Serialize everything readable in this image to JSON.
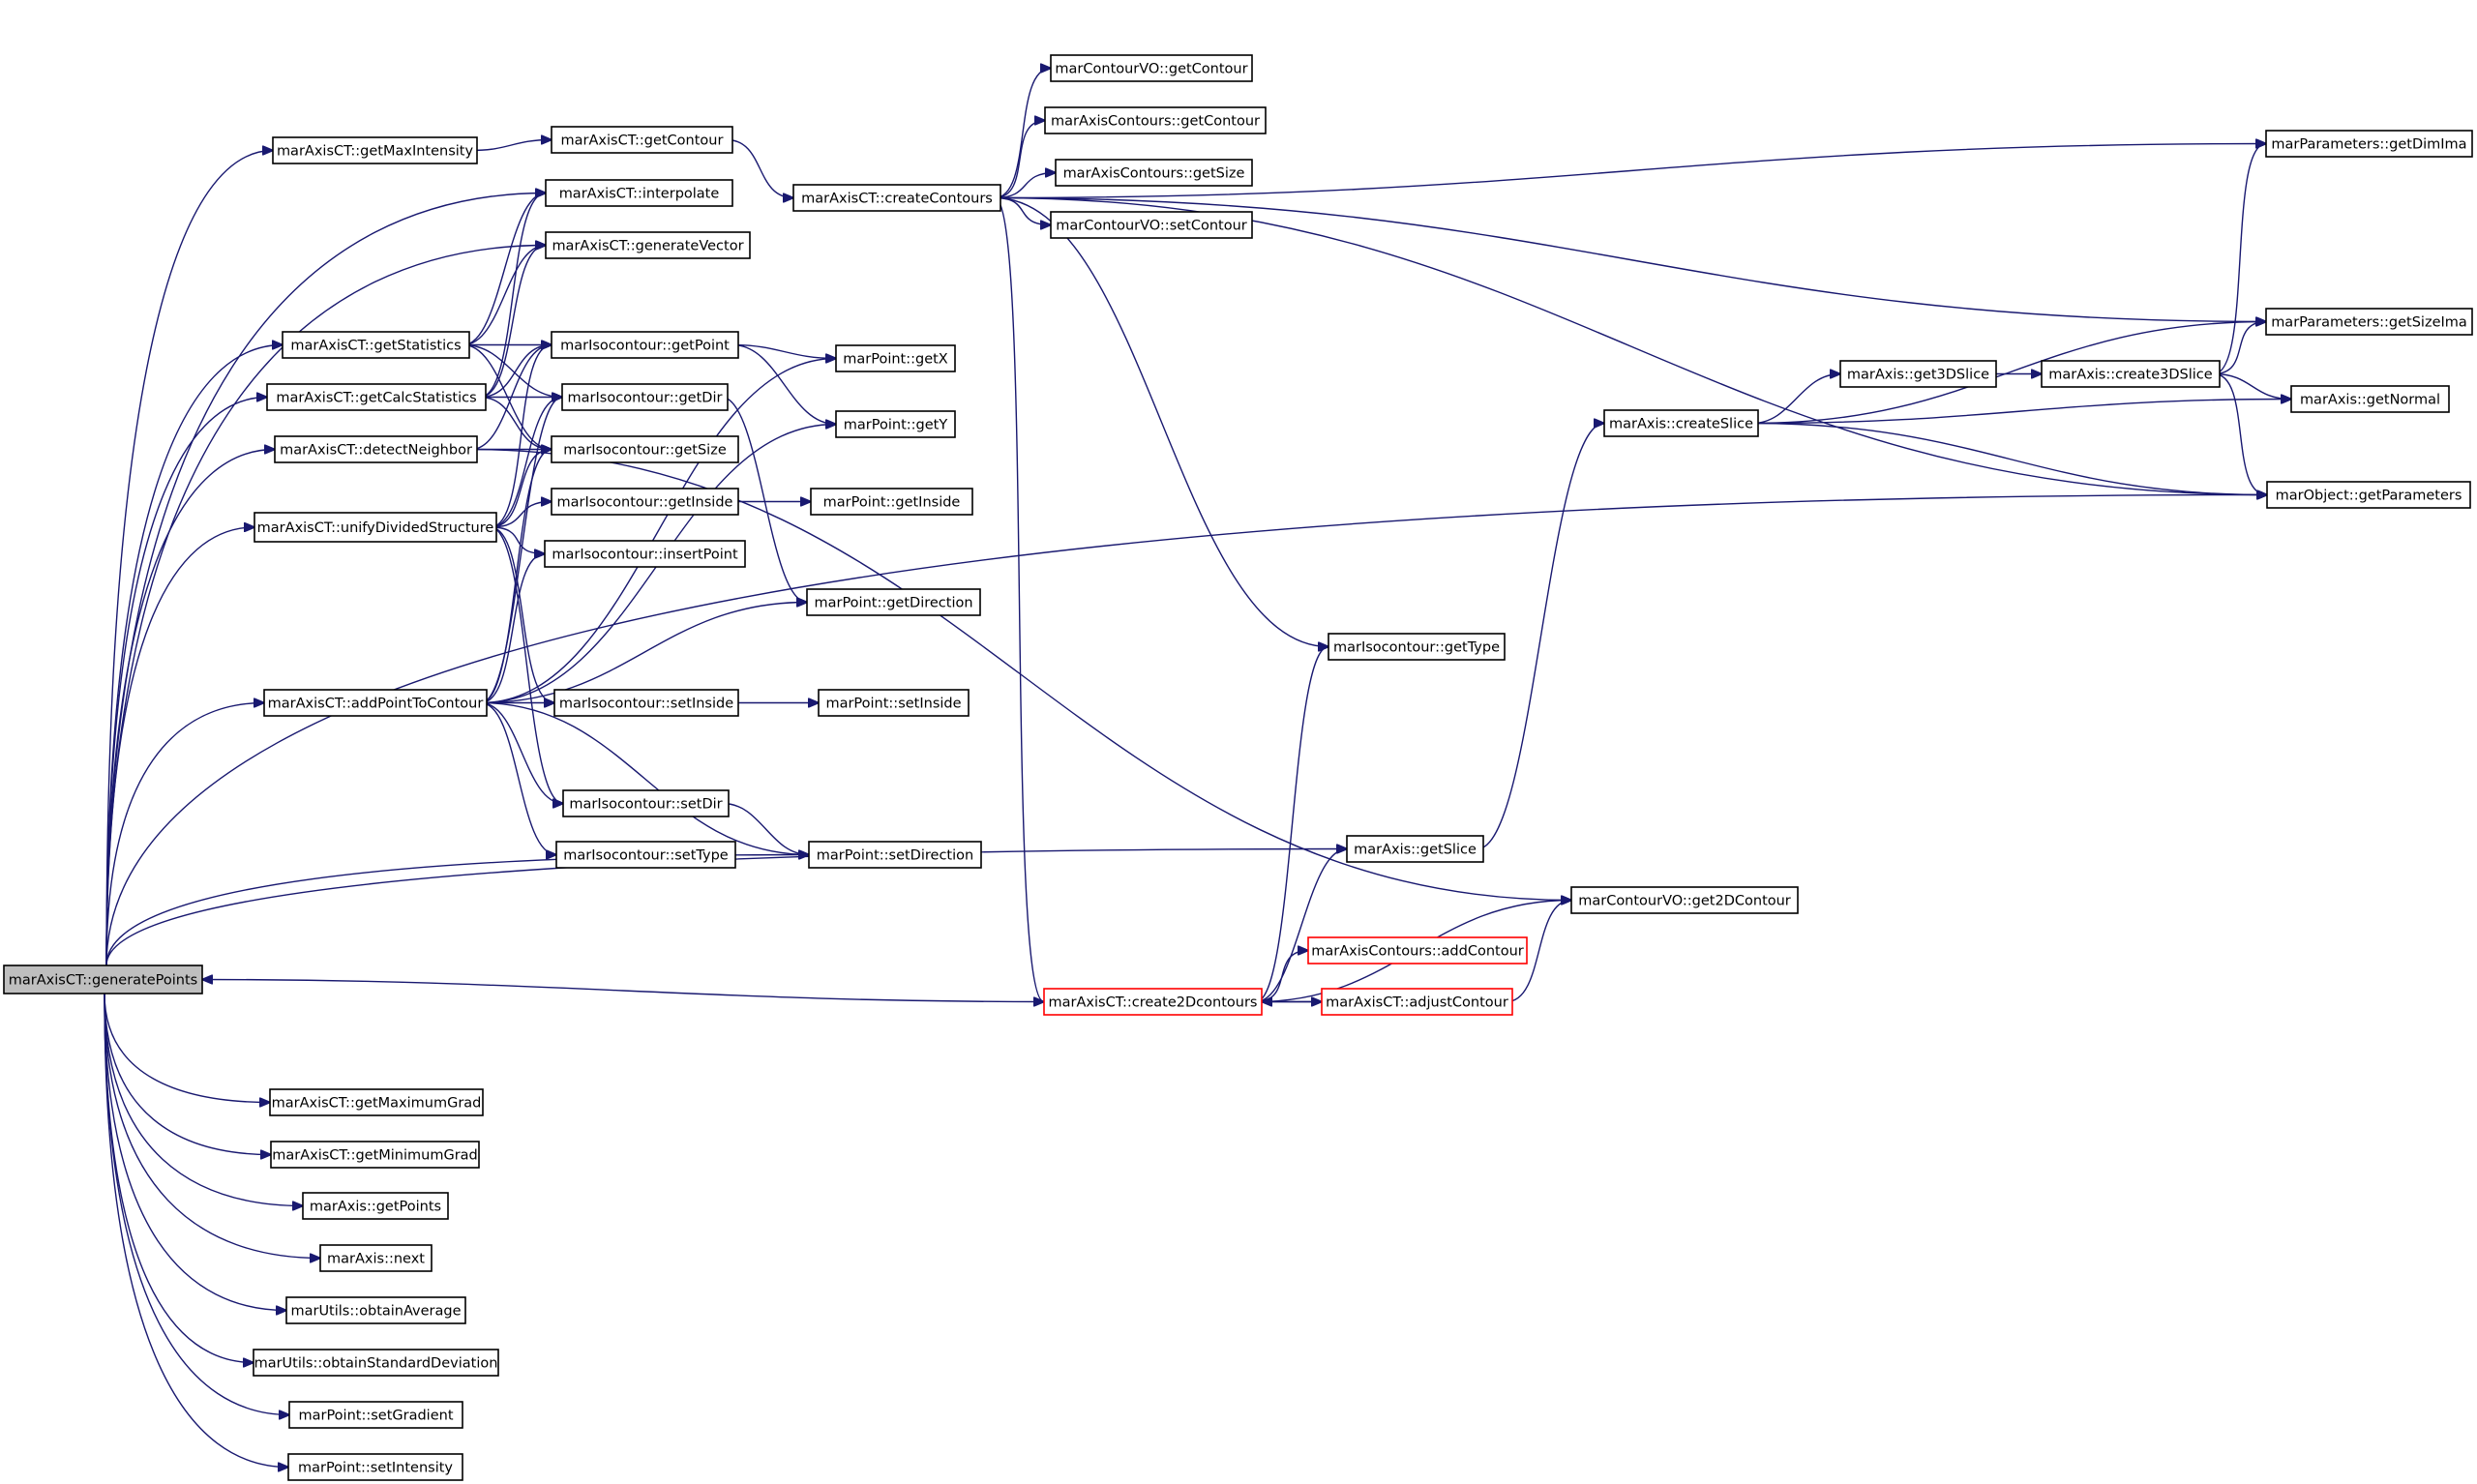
{
  "colors": {
    "edge": "#191970",
    "root_fill": "#bfbfbf",
    "truncated_border": "#ff0000"
  },
  "nodes": [
    {
      "id": "generatePoints",
      "label": "marAxisCT::generatePoints",
      "root": true
    },
    {
      "id": "getMaxIntensity",
      "label": "marAxisCT::getMaxIntensity"
    },
    {
      "id": "getContour",
      "label": "marAxisCT::getContour"
    },
    {
      "id": "interpolate",
      "label": "marAxisCT::interpolate"
    },
    {
      "id": "generateVector",
      "label": "marAxisCT::generateVector"
    },
    {
      "id": "getStatistics",
      "label": "marAxisCT::getStatistics"
    },
    {
      "id": "getCalcStatistics",
      "label": "marAxisCT::getCalcStatistics"
    },
    {
      "id": "detectNeighbor",
      "label": "marAxisCT::detectNeighbor"
    },
    {
      "id": "unifyDividedStructure",
      "label": "marAxisCT::unifyDividedStructure"
    },
    {
      "id": "addPointToContour",
      "label": "marAxisCT::addPointToContour"
    },
    {
      "id": "iso_getPoint",
      "label": "marIsocontour::getPoint"
    },
    {
      "id": "iso_getDir",
      "label": "marIsocontour::getDir"
    },
    {
      "id": "iso_getSize",
      "label": "marIsocontour::getSize"
    },
    {
      "id": "iso_getInside",
      "label": "marIsocontour::getInside"
    },
    {
      "id": "iso_insertPoint",
      "label": "marIsocontour::insertPoint"
    },
    {
      "id": "iso_setInside",
      "label": "marIsocontour::setInside"
    },
    {
      "id": "iso_setDir",
      "label": "marIsocontour::setDir"
    },
    {
      "id": "iso_setType",
      "label": "marIsocontour::setType"
    },
    {
      "id": "iso_getType",
      "label": "marIsocontour::getType"
    },
    {
      "id": "pt_getX",
      "label": "marPoint::getX"
    },
    {
      "id": "pt_getY",
      "label": "marPoint::getY"
    },
    {
      "id": "pt_getInside",
      "label": "marPoint::getInside"
    },
    {
      "id": "pt_getDirection",
      "label": "marPoint::getDirection"
    },
    {
      "id": "pt_setInside",
      "label": "marPoint::setInside"
    },
    {
      "id": "pt_setDirection",
      "label": "marPoint::setDirection"
    },
    {
      "id": "createContours",
      "label": "marAxisCT::createContours"
    },
    {
      "id": "cvo_getContour",
      "label": "marContourVO::getContour"
    },
    {
      "id": "ac_getContour",
      "label": "marAxisContours::getContour"
    },
    {
      "id": "ac_getSize",
      "label": "marAxisContours::getSize"
    },
    {
      "id": "cvo_setContour",
      "label": "marContourVO::setContour"
    },
    {
      "id": "cvo_get2DContour",
      "label": "marContourVO::get2DContour"
    },
    {
      "id": "ax_createSlice",
      "label": "marAxis::createSlice"
    },
    {
      "id": "ax_get3DSlice",
      "label": "marAxis::get3DSlice"
    },
    {
      "id": "ax_create3DSlice",
      "label": "marAxis::create3DSlice"
    },
    {
      "id": "ax_getSlice",
      "label": "marAxis::getSlice"
    },
    {
      "id": "par_getDimIma",
      "label": "marParameters::getDimIma"
    },
    {
      "id": "par_getSizeIma",
      "label": "marParameters::getSizeIma"
    },
    {
      "id": "ax_getNormal",
      "label": "marAxis::getNormal"
    },
    {
      "id": "obj_getParameters",
      "label": "marObject::getParameters"
    },
    {
      "id": "create2Dcontours",
      "label": "marAxisCT::create2Dcontours",
      "truncated": true
    },
    {
      "id": "ac_addContour",
      "label": "marAxisContours::addContour",
      "truncated": true
    },
    {
      "id": "adjustContour",
      "label": "marAxisCT::adjustContour",
      "truncated": true
    },
    {
      "id": "getMaximumGrad",
      "label": "marAxisCT::getMaximumGrad"
    },
    {
      "id": "getMinimumGrad",
      "label": "marAxisCT::getMinimumGrad"
    },
    {
      "id": "ax_getPoints",
      "label": "marAxis::getPoints"
    },
    {
      "id": "ax_next",
      "label": "marAxis::next"
    },
    {
      "id": "ut_obtainAverage",
      "label": "marUtils::obtainAverage"
    },
    {
      "id": "ut_obtainStdDev",
      "label": "marUtils::obtainStandardDeviation"
    },
    {
      "id": "pt_setGradient",
      "label": "marPoint::setGradient"
    },
    {
      "id": "pt_setIntensity",
      "label": "marPoint::setIntensity"
    }
  ],
  "edges": [
    [
      "generatePoints",
      "getMaxIntensity"
    ],
    [
      "generatePoints",
      "interpolate"
    ],
    [
      "generatePoints",
      "generateVector"
    ],
    [
      "generatePoints",
      "getStatistics"
    ],
    [
      "generatePoints",
      "getCalcStatistics"
    ],
    [
      "generatePoints",
      "detectNeighbor"
    ],
    [
      "generatePoints",
      "unifyDividedStructure"
    ],
    [
      "generatePoints",
      "addPointToContour"
    ],
    [
      "generatePoints",
      "pt_setDirection"
    ],
    [
      "generatePoints",
      "ax_getSlice"
    ],
    [
      "generatePoints",
      "obj_getParameters"
    ],
    [
      "generatePoints",
      "getMaximumGrad"
    ],
    [
      "generatePoints",
      "getMinimumGrad"
    ],
    [
      "generatePoints",
      "ax_getPoints"
    ],
    [
      "generatePoints",
      "ax_next"
    ],
    [
      "generatePoints",
      "ut_obtainAverage"
    ],
    [
      "generatePoints",
      "ut_obtainStdDev"
    ],
    [
      "generatePoints",
      "pt_setGradient"
    ],
    [
      "generatePoints",
      "pt_setIntensity"
    ],
    [
      "getMaxIntensity",
      "getContour"
    ],
    [
      "getContour",
      "createContours"
    ],
    [
      "getStatistics",
      "interpolate"
    ],
    [
      "getStatistics",
      "generateVector"
    ],
    [
      "getStatistics",
      "iso_getPoint"
    ],
    [
      "getStatistics",
      "iso_getDir"
    ],
    [
      "getStatistics",
      "iso_getSize"
    ],
    [
      "getCalcStatistics",
      "interpolate"
    ],
    [
      "getCalcStatistics",
      "generateVector"
    ],
    [
      "getCalcStatistics",
      "iso_getPoint"
    ],
    [
      "getCalcStatistics",
      "iso_getDir"
    ],
    [
      "getCalcStatistics",
      "iso_getSize"
    ],
    [
      "detectNeighbor",
      "iso_getPoint"
    ],
    [
      "detectNeighbor",
      "iso_getSize"
    ],
    [
      "detectNeighbor",
      "cvo_get2DContour"
    ],
    [
      "unifyDividedStructure",
      "iso_getPoint"
    ],
    [
      "unifyDividedStructure",
      "iso_getDir"
    ],
    [
      "unifyDividedStructure",
      "iso_getSize"
    ],
    [
      "unifyDividedStructure",
      "iso_getInside"
    ],
    [
      "unifyDividedStructure",
      "iso_insertPoint"
    ],
    [
      "unifyDividedStructure",
      "iso_setInside"
    ],
    [
      "unifyDividedStructure",
      "iso_setDir"
    ],
    [
      "addPointToContour",
      "iso_getDir"
    ],
    [
      "addPointToContour",
      "iso_getSize"
    ],
    [
      "addPointToContour",
      "iso_insertPoint"
    ],
    [
      "addPointToContour",
      "iso_setInside"
    ],
    [
      "addPointToContour",
      "iso_setDir"
    ],
    [
      "addPointToContour",
      "iso_setType"
    ],
    [
      "addPointToContour",
      "pt_getX"
    ],
    [
      "addPointToContour",
      "pt_getY"
    ],
    [
      "addPointToContour",
      "pt_setDirection"
    ],
    [
      "addPointToContour",
      "pt_getDirection"
    ],
    [
      "iso_getPoint",
      "pt_getX"
    ],
    [
      "iso_getPoint",
      "pt_getY"
    ],
    [
      "iso_getDir",
      "pt_getDirection"
    ],
    [
      "iso_getInside",
      "pt_getInside"
    ],
    [
      "iso_setInside",
      "pt_setInside"
    ],
    [
      "iso_setDir",
      "pt_setDirection"
    ],
    [
      "createContours",
      "par_getDimIma"
    ],
    [
      "createContours",
      "cvo_getContour"
    ],
    [
      "createContours",
      "ac_getContour"
    ],
    [
      "createContours",
      "ac_getSize"
    ],
    [
      "createContours",
      "cvo_setContour"
    ],
    [
      "createContours",
      "par_getSizeIma"
    ],
    [
      "createContours",
      "obj_getParameters"
    ],
    [
      "createContours",
      "iso_getType"
    ],
    [
      "createContours",
      "create2Dcontours"
    ],
    [
      "ax_createSlice",
      "ax_get3DSlice"
    ],
    [
      "ax_createSlice",
      "par_getSizeIma"
    ],
    [
      "ax_createSlice",
      "ax_getNormal"
    ],
    [
      "ax_createSlice",
      "obj_getParameters"
    ],
    [
      "ax_get3DSlice",
      "ax_create3DSlice"
    ],
    [
      "ax_create3DSlice",
      "par_getDimIma"
    ],
    [
      "ax_create3DSlice",
      "par_getSizeIma"
    ],
    [
      "ax_create3DSlice",
      "ax_getNormal"
    ],
    [
      "ax_create3DSlice",
      "obj_getParameters"
    ],
    [
      "ax_getSlice",
      "ax_createSlice"
    ],
    [
      "create2Dcontours",
      "generatePoints"
    ],
    [
      "create2Dcontours",
      "iso_getType"
    ],
    [
      "create2Dcontours",
      "ax_getSlice"
    ],
    [
      "create2Dcontours",
      "cvo_get2DContour"
    ],
    [
      "create2Dcontours",
      "ac_addContour"
    ],
    [
      "create2Dcontours",
      "adjustContour"
    ],
    [
      "adjustContour",
      "create2Dcontours"
    ],
    [
      "adjustContour",
      "cvo_get2DContour"
    ]
  ]
}
